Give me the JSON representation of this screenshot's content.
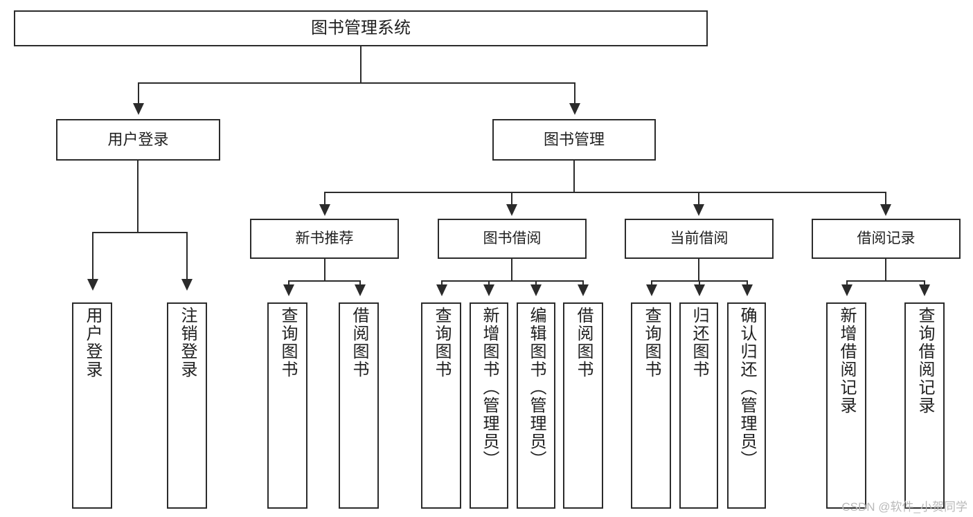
{
  "diagram": {
    "title": "图书管理系统",
    "type": "tree",
    "watermark": "CSDN @软件_小贺同学",
    "colors": {
      "border": "#2b2b2b",
      "background": "#ffffff",
      "text": "#1f1f1f",
      "watermark": "#b9b9b9"
    },
    "root": {
      "label": "图书管理系统"
    },
    "level1": [
      {
        "label": "用户登录"
      },
      {
        "label": "图书管理"
      }
    ],
    "level2": [
      {
        "label": "新书推荐"
      },
      {
        "label": "图书借阅"
      },
      {
        "label": "当前借阅"
      },
      {
        "label": "借阅记录"
      }
    ],
    "leaves": {
      "user_login": [
        {
          "label": "用户登录"
        },
        {
          "label": "注销登录"
        }
      ],
      "new_book_recommend": [
        {
          "label": "查询图书"
        },
        {
          "label": "借阅图书"
        }
      ],
      "book_borrow": [
        {
          "label": "查询图书"
        },
        {
          "label": "新增图书（管理员）"
        },
        {
          "label": "编辑图书（管理员）"
        },
        {
          "label": "借阅图书"
        }
      ],
      "current_borrow": [
        {
          "label": "查询图书"
        },
        {
          "label": "归还图书"
        },
        {
          "label": "确认归还（管理员）"
        }
      ],
      "borrow_record": [
        {
          "label": "新增借阅记录"
        },
        {
          "label": "查询借阅记录"
        }
      ]
    }
  }
}
